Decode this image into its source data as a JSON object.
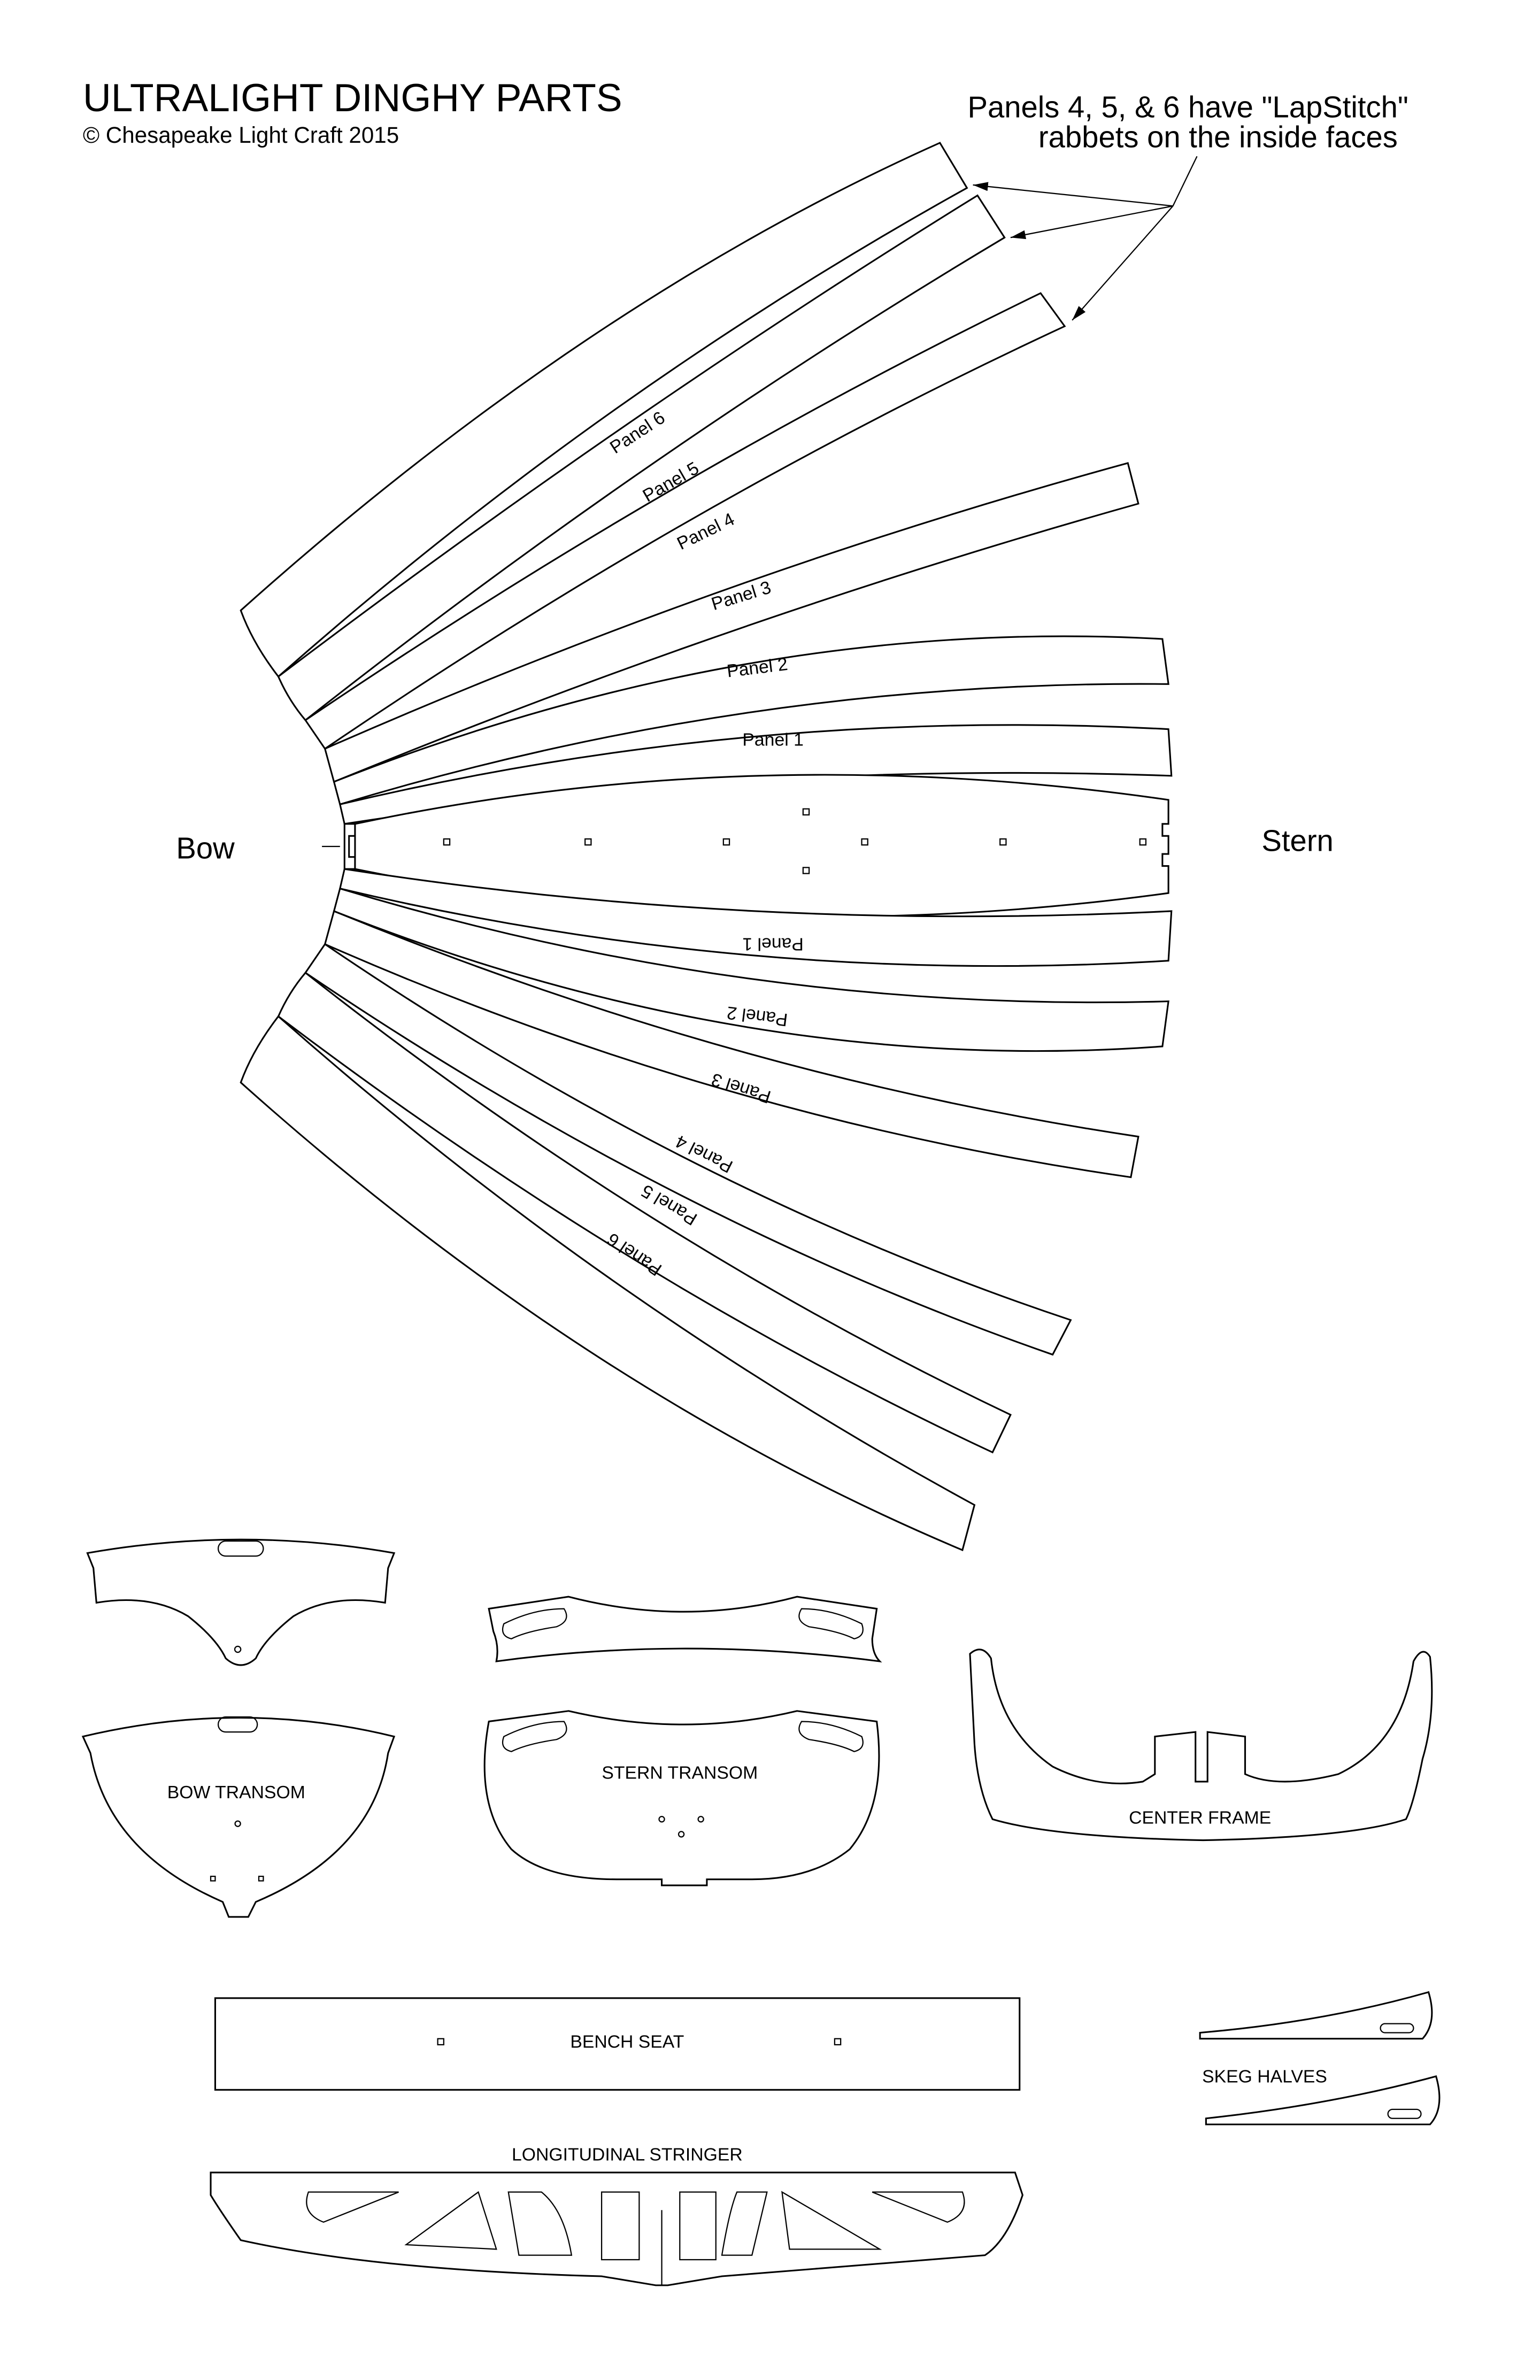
{
  "title": "ULTRALIGHT DINGHY PARTS",
  "copyright": "© Chesapeake Light Craft 2015",
  "annotation": {
    "line1": "Panels 4, 5, & 6 have \"LapStitch\"",
    "line2": "rabbets on the inside faces"
  },
  "orientation": {
    "bow": "Bow",
    "stern": "Stern"
  },
  "panels": {
    "p1": "Panel 1",
    "p2": "Panel 2",
    "p3": "Panel 3",
    "p4": "Panel 4",
    "p5": "Panel 5",
    "p6": "Panel 6"
  },
  "parts": {
    "bow_transom": "BOW TRANSOM",
    "stern_transom": "STERN TRANSOM",
    "center_frame": "CENTER FRAME",
    "bench_seat": "BENCH SEAT",
    "skeg_halves": "SKEG HALVES",
    "stringer": "LONGITUDINAL STRINGER"
  }
}
